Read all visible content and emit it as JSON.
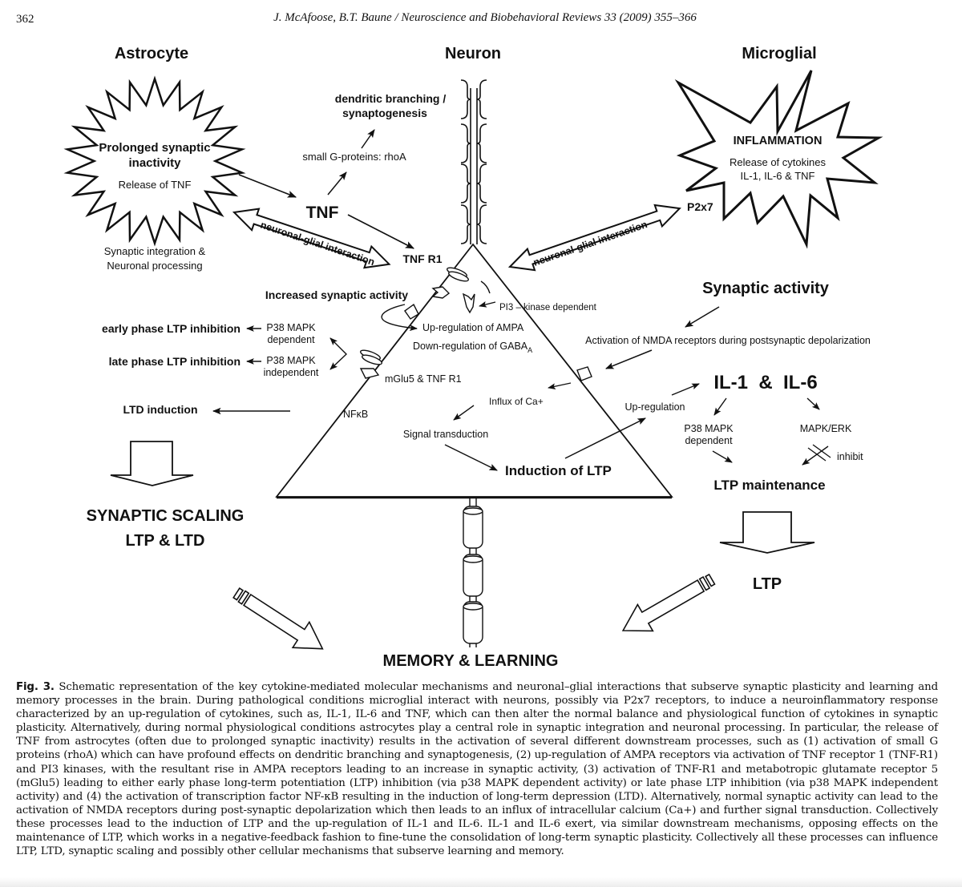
{
  "header": {
    "page_number": "362",
    "running_head": "J. McAfoose, B.T. Baune / Neuroscience and Biobehavioral Reviews 33 (2009) 355–366"
  },
  "figure": {
    "columns": {
      "astrocyte": "Astrocyte",
      "neuron": "Neuron",
      "microglial": "Microglial"
    },
    "astrocyte": {
      "burst_title_line1": "Prolonged synaptic",
      "burst_title_line2": "inactivity",
      "burst_sub": "Release of TNF",
      "below_line1": "Synaptic integration &",
      "below_line2": "Neuronal processing"
    },
    "microglia": {
      "burst_title": "INFLAMMATION",
      "burst_sub_line1": "Release of cytokines",
      "burst_sub_line2": "IL-1, IL-6 & TNF",
      "receptor": "P2x7"
    },
    "labels": {
      "dendritic_line1": "dendritic branching /",
      "dendritic_line2": "synaptogenesis",
      "g_proteins": "small G-proteins: rhoA",
      "tnf": "TNF",
      "tnf_r1": "TNF R1",
      "neuronal_glial_left": "neuronal-glial interaction",
      "neuronal_glial_right": "neuronal-glial interaction",
      "increased_activity": "Increased synaptic activity",
      "pi3": "PI3 – kinase dependent",
      "up_ampa": "Up-regulation of AMPA",
      "down_gaba": "Down-regulation of GABA",
      "gaba_sub": "A",
      "early_ltp": "early phase LTP inhibition",
      "late_ltp": "late phase LTP inhibition",
      "p38_dep_line1": "P38 MAPK",
      "p38_dep_line2": "dependent",
      "p38_indep_line1": "P38 MAPK",
      "p38_indep_line2": "independent",
      "mglu5": "mGlu5 & TNF R1",
      "ltd_induction": "LTD induction",
      "nfkb": "NFκB",
      "influx_ca": "Influx of Ca+",
      "signal_transduction": "Signal transduction",
      "induction_ltp": "Induction of LTP",
      "synaptic_activity": "Synaptic activity",
      "nmda": "Activation of NMDA receptors during postsynaptic depolarization",
      "il1_il6": "IL-1  &  IL-6",
      "up_regulation": "Up-regulation",
      "p38_right_line1": "P38 MAPK",
      "p38_right_line2": "dependent",
      "mapk_erk": "MAPK/ERK",
      "inhibit": "inhibit",
      "ltp_maintenance": "LTP maintenance",
      "synaptic_scaling_line1": "SYNAPTIC SCALING",
      "synaptic_scaling_line2": "LTP & LTD",
      "ltp": "LTP",
      "memory_learning": "MEMORY & LEARNING"
    }
  },
  "caption": {
    "label": "Fig. 3.",
    "text": "Schematic representation of the key cytokine-mediated molecular mechanisms and neuronal–glial interactions that subserve synaptic plasticity and learning and memory processes in the brain. During pathological conditions microglial interact with neurons, possibly via P2x7 receptors, to induce a neuroinflammatory response characterized by an up-regulation of cytokines, such as, IL-1, IL-6 and TNF, which can then alter the normal balance and physiological function of cytokines in synaptic plasticity. Alternatively, during normal physiological conditions astrocytes play a central role in synaptic integration and neuronal processing. In particular, the release of TNF from astrocytes (often due to prolonged synaptic inactivity) results in the activation of several different downstream processes, such as (1) activation of small G proteins (rhoA) which can have profound effects on dendritic branching and synaptogenesis, (2) up-regulation of AMPA receptors via activation of TNF receptor 1 (TNF-R1) and PI3 kinases, with the resultant rise in AMPA receptors leading to an increase in synaptic activity, (3) activation of TNF-R1 and metabotropic glutamate receptor 5 (mGlu5) leading to either early phase long-term potentiation (LTP) inhibition (via p38 MAPK dependent activity) or late phase LTP inhibition (via p38 MAPK independent activity) and (4) the activation of transcription factor NF-κB resulting in the induction of long-term depression (LTD). Alternatively, normal synaptic activity can lead to the activation of NMDA receptors during post-synaptic depolarization which then leads to an influx of intracellular calcium (Ca+) and further signal transduction. Collectively these processes lead to the induction of LTP and the up-regulation of IL-1 and IL-6. IL-1 and IL-6 exert, via similar downstream mechanisms, opposing effects on the maintenance of LTP, which works in a negative-feedback fashion to fine-tune the consolidation of long-term synaptic plasticity. Collectively all these processes can influence LTP, LTD, synaptic scaling and possibly other cellular mechanisms that subserve learning and memory."
  }
}
